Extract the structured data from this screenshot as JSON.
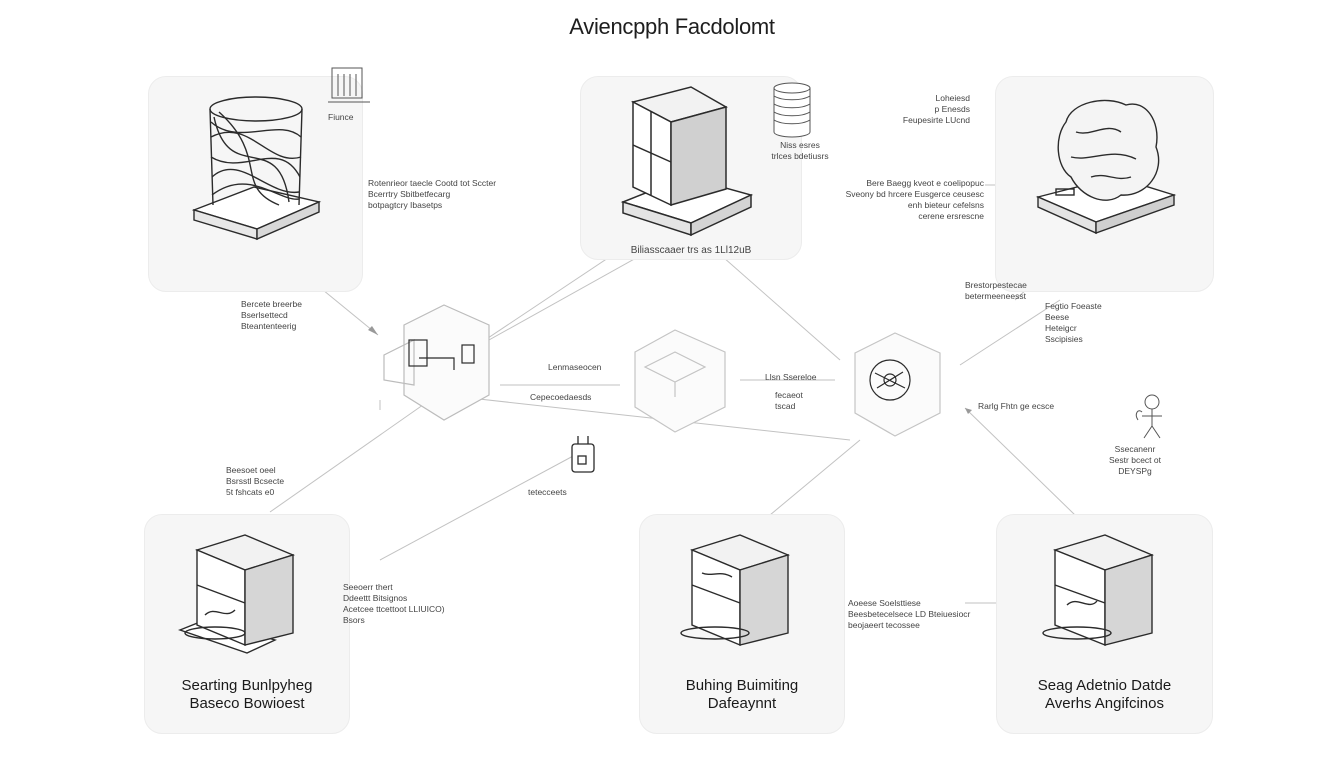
{
  "title": "Aviencpph Facdolomt",
  "cards": {
    "top_left": {
      "label_lines": []
    },
    "top_center": {
      "label": "Biliasscaaer trs as 1Ll12uB"
    },
    "top_right": {
      "label_lines": []
    },
    "bottom_left": {
      "label_lines": [
        "Searting Bunlpyheg",
        "Baseco Bowioest"
      ]
    },
    "bottom_center": {
      "label_lines": [
        "Buhing Buimiting",
        "Dafeaynnt"
      ]
    },
    "bottom_right": {
      "label_lines": [
        "Seag Adetnio Datde",
        "Averhs Angifcinos"
      ]
    }
  },
  "notes": {
    "tl_small": [
      "Fiunce"
    ],
    "tl_mid": [
      "Rotenrieor taecle Cootd tot Sccter",
      "Bcerrtry Sbitbetfecarg",
      "botpagtcry Ibasetps"
    ],
    "tl_low": [
      "Bercete breerbe",
      "Bserlsettecd",
      "Bteantenteerig"
    ],
    "tc_coins": [
      "Niss esres",
      "trlces bdetiusrs"
    ],
    "tr_top": [
      "Loheiesd",
      "p Enesds",
      "Feupesirte LUcnd"
    ],
    "tr_mid": [
      "Bere Baegg kveot e coelipopuc",
      "Sveony bd hrcere Eusgerce ceusesc",
      "enh bieteur cefelsns",
      "cerene ersrescne"
    ],
    "tr_low": [
      "Brestorpestecae",
      "betermeeneesst"
    ],
    "tr_right": [
      "Fegtio Foeaste",
      "Beese",
      "Heteigcr",
      "Sscipisies"
    ],
    "hub_left_a": [
      "Lenmaseocen"
    ],
    "hub_left_b": [
      "Cepecoedaesds"
    ],
    "hub_mid_a": [
      "Llsn Ssereloe"
    ],
    "hub_mid_b": [
      "fecaeot",
      "tscad"
    ],
    "hub_right": [
      "Rarlg Fhtn ge ecsce"
    ],
    "left_mid": [
      "Beesoet oeel",
      "Bsrsstl Bcsecte",
      "5t fshcats e0"
    ],
    "center_small": [
      "tetecceets"
    ],
    "bl_note": [
      "Seeoerr thert",
      "Ddeettt Bitsignos",
      "Acetcee ttcettoot LLIUICO)",
      "Bsors"
    ],
    "bc_note": [
      "Aoeese Soelsttiese",
      "Beesbetecelsece LD Bteiuesiocr",
      "beojaeert tecossee"
    ],
    "robot_note": [
      "Ssecanenr",
      "Sestr bcect ot",
      "DEYSPg"
    ]
  },
  "colors": {
    "line": "#bdbdbd",
    "ink": "#2b2b2b",
    "card_bg": "#f6f6f6"
  }
}
